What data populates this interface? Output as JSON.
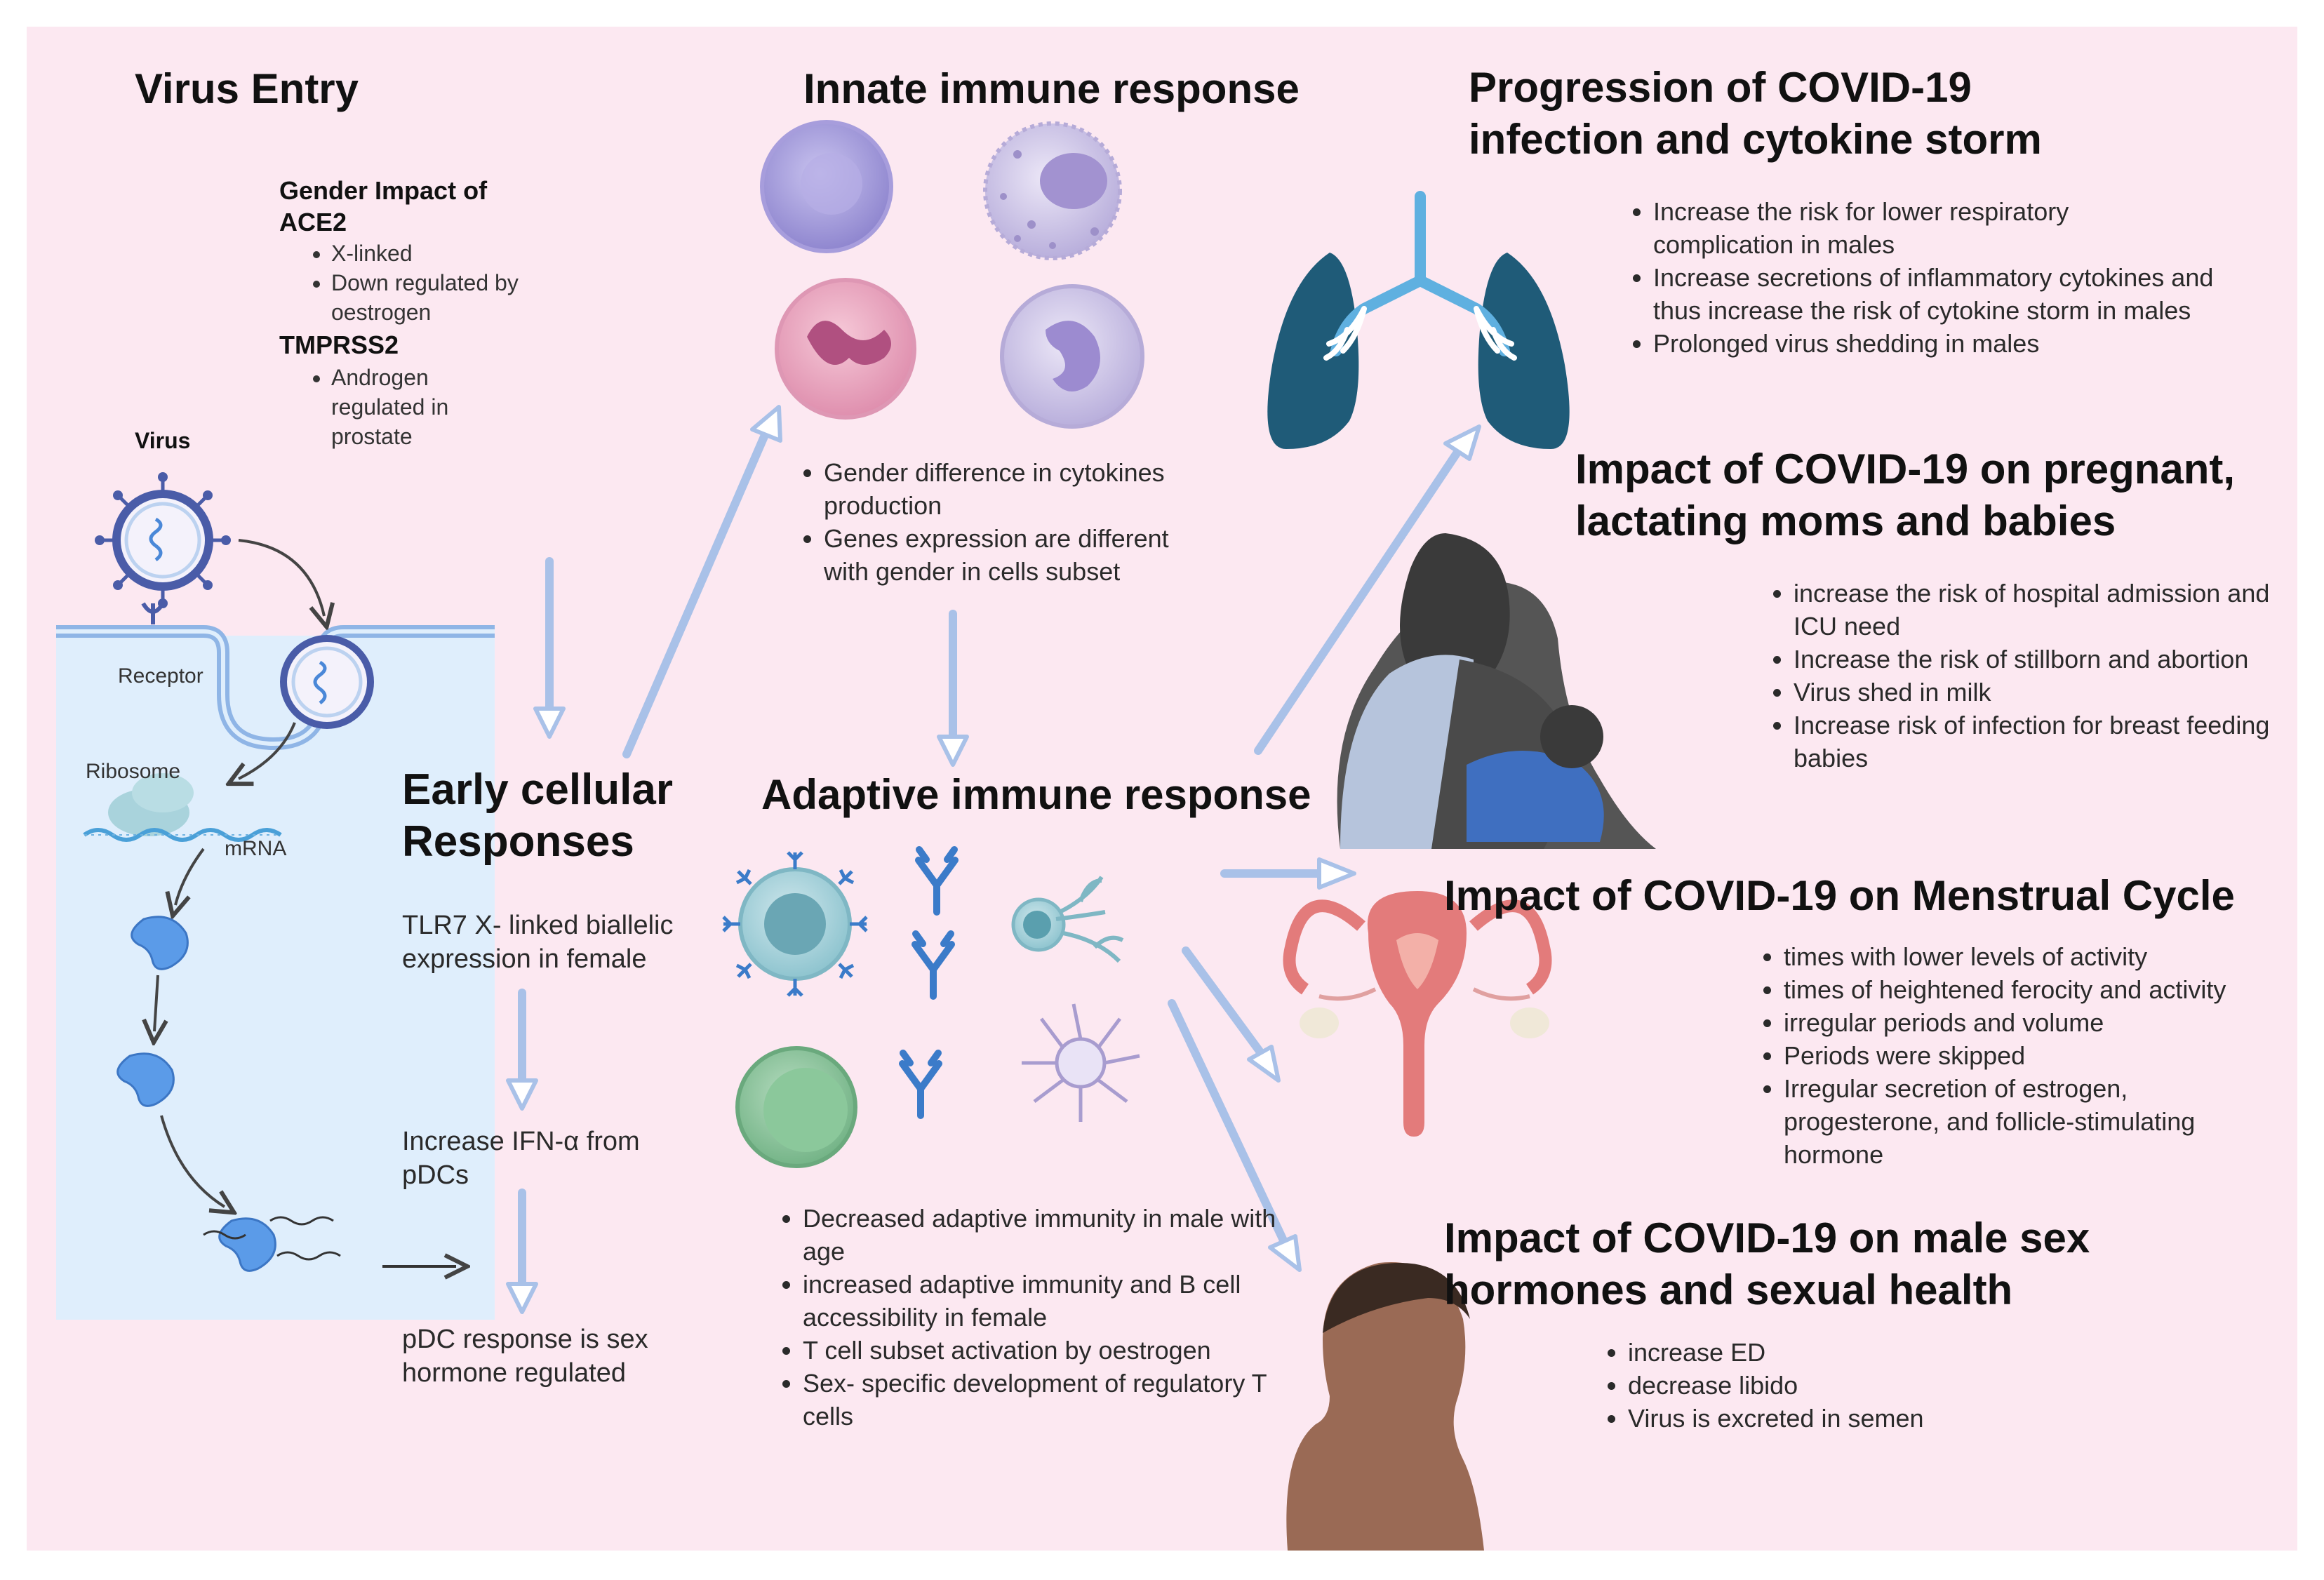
{
  "virus_entry": {
    "title": "Virus Entry",
    "gender_impact_title": "Gender Impact of",
    "ace2_label": "ACE2",
    "ace2_points": [
      "X-linked",
      "Down regulated by oestrogen"
    ],
    "tmprss2_label": "TMPRSS2",
    "tmprss2_points": [
      "Androgen regulated in prostate"
    ],
    "virus_label": "Virus",
    "receptor_label": "Receptor",
    "ribosome_label": "Ribosome",
    "mrna_label": "mRNA"
  },
  "early": {
    "title_line1": "Early cellular",
    "title_line2": "Responses",
    "tlr7": [
      "TLR7 X- linked biallelic",
      "expression in female"
    ],
    "ifn": [
      "Increase IFN-α from",
      "pDCs"
    ],
    "pdc": [
      "pDC response is sex",
      "hormone regulated"
    ]
  },
  "innate": {
    "title": "Innate immune response",
    "points": [
      "Gender difference in cytokines production",
      "Genes expression are different with gender in cells subset"
    ]
  },
  "adaptive": {
    "title": "Adaptive immune response",
    "points": [
      "Decreased adaptive immunity in male with age",
      "increased adaptive immunity and B cell accessibility in female",
      "T cell subset activation by oestrogen",
      "Sex- specific development of regulatory T cells"
    ]
  },
  "progression": {
    "title_line1": "Progression of COVID-19",
    "title_line2": "infection and cytokine storm",
    "points": [
      "Increase the risk for lower respiratory complication in males",
      "Increase secretions of inflammatory cytokines and thus increase the risk of cytokine storm in males",
      "Prolonged virus shedding in males"
    ]
  },
  "pregnant": {
    "title_line1": "Impact of COVID-19 on pregnant,",
    "title_line2": "lactating moms and babies",
    "points": [
      "increase the risk of hospital admission and ICU need",
      "Increase the risk of stillborn and abortion",
      "Virus shed in milk",
      "Increase risk of infection for breast feeding babies"
    ]
  },
  "menstrual": {
    "title": "Impact of COVID-19 on Menstrual Cycle",
    "points": [
      "times with lower levels of activity",
      "times of heightened ferocity and activity",
      "irregular periods and volume",
      "Periods were skipped",
      "Irregular secretion of estrogen, progesterone, and follicle-stimulating hormone"
    ]
  },
  "male": {
    "title_line1": "Impact of COVID-19 on male sex",
    "title_line2": "hormones and sexual health",
    "points": [
      "increase ED",
      "decrease libido",
      "Virus is excreted in semen"
    ]
  },
  "colors": {
    "background": "#fce8f1",
    "cell_panel": "#dfeefc",
    "arrow": "#a9c1e8",
    "lung": "#1f5b78",
    "antibody": "#3b7bc9",
    "virus_ring": "#4a5ca8",
    "protein": "#5b9be8"
  }
}
